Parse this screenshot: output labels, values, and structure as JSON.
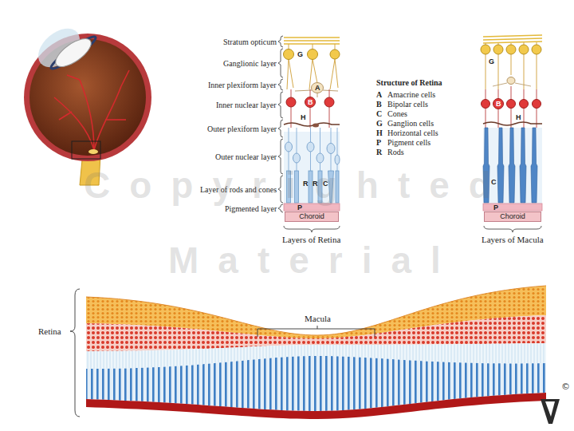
{
  "diagram": {
    "nodes": [
      {
        "text": [
          "Choroid"
        ]
      },
      {
        "text": [
          "Choroid"
        ]
      }
    ],
    "labels": [
      "Stratum opticum",
      "Ganglionic layer",
      "Inner plexiform layer",
      "Inner nuclear layer",
      "Outer plexiform layer",
      "Outer nuclear layer",
      "Layer of rods and cones",
      "Pigmented layer",
      "G",
      "A",
      "B",
      "H",
      "R",
      "R",
      "C",
      "P",
      "Layers of Retina",
      "Structure of Retina",
      "A",
      "Amacrine cells",
      "B",
      "Bipolar cells",
      "C",
      "Cones",
      "G",
      "Ganglion cells",
      "H",
      "Horizontal cells",
      "P",
      "Pigment cells",
      "R",
      "Rods",
      "G",
      "B",
      "H",
      "C",
      "P",
      "Layers of Macula",
      "Retina",
      "Macula",
      "Copyrighted",
      "Material",
      "©"
    ]
  }
}
